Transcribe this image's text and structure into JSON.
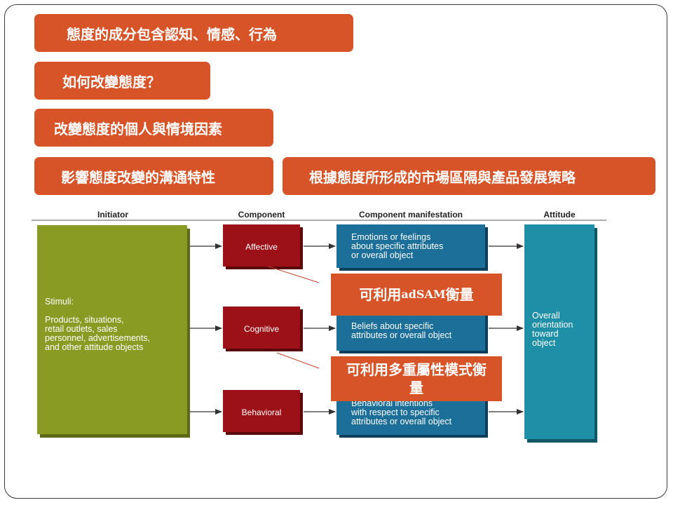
{
  "topics": {
    "t1": "態度的成分包含認知、情感、行為",
    "t2": "如何改變態度？",
    "t3": "改變態度的個人與情境因素",
    "t4": "影響態度改變的溝通特性",
    "t5": "根據態度所形成的市場區隔與產品發展策略"
  },
  "diagram": {
    "headers": {
      "initiator": "Initiator",
      "component": "Component",
      "manifestation": "Component manifestation",
      "attitude": "Attitude"
    },
    "stimuli": "Stimuli:\n\nProducts, situations,\nretail outlets, sales\npersonnel, advertisements,\nand other attitude objects",
    "components": {
      "affective": "Affective",
      "cognitive": "Cognitive",
      "behavioral": "Behavioral"
    },
    "manifestations": {
      "affective": "Emotions or feelings\nabout specific attributes\nor overall object",
      "cognitive": "Beliefs about specific\nattributes or overall object",
      "behavioral": "Behavioral intentions\nwith respect to specific\nattributes or overall object"
    },
    "attitude": "Overall\norientation\ntoward\nobject"
  },
  "callouts": {
    "adsam_prefix": "可利用",
    "adsam_name": "adSAM",
    "adsam_suffix": "衡量",
    "multi_attr": "可利用多重屬性模式衡量"
  },
  "colors": {
    "accent_orange": "#d65427",
    "initiator_green": "#8a9b23",
    "component_red": "#9c1117",
    "manifestation_blue": "#1c6f99",
    "attitude_teal": "#1e8fa6"
  }
}
